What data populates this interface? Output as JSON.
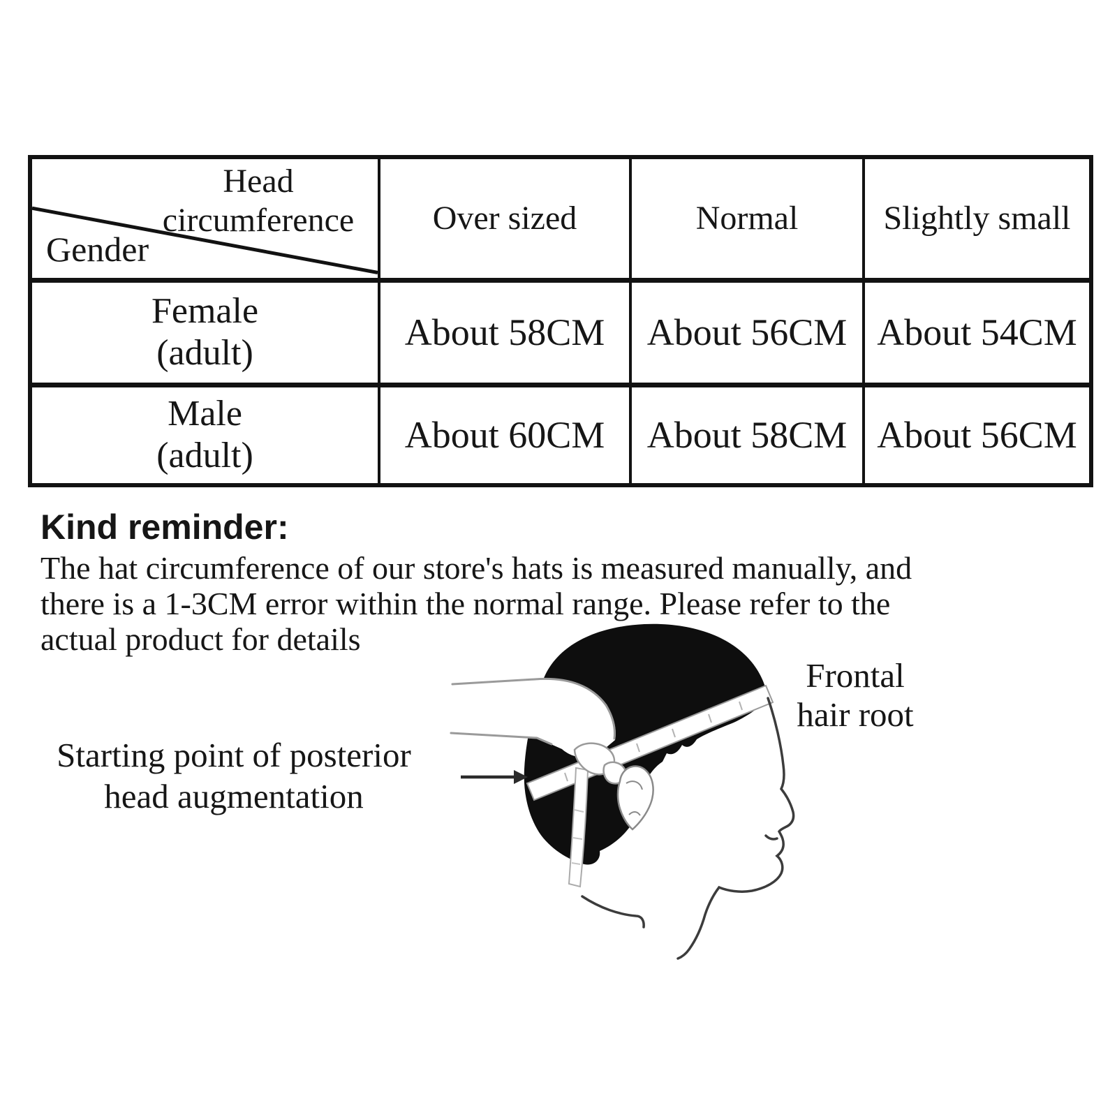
{
  "page": {
    "background_color": "#ffffff",
    "text_color": "#161616",
    "hair_color": "#0e0e0e"
  },
  "size_table": {
    "corner": {
      "top_lines": [
        "Head",
        "circumference"
      ],
      "bottom_label": "Gender"
    },
    "col_headers": [
      "Over sized",
      "Normal",
      "Slightly small"
    ],
    "rows": [
      {
        "label_lines": [
          "Female",
          "(adult)"
        ],
        "values": [
          "About 58CM",
          "About 56CM",
          "About 54CM"
        ]
      },
      {
        "label_lines": [
          "Male",
          "(adult)"
        ],
        "values": [
          "About 60CM",
          "About 58CM",
          "About 56CM"
        ]
      }
    ]
  },
  "reminder": {
    "heading": "Kind reminder:",
    "lines": [
      "The hat circumference of our store's hats is measured manually, and",
      "there is a 1-3CM error within the normal range. Please refer to the",
      "actual product for details"
    ]
  },
  "measure_diagram": {
    "frontal_label_lines": [
      "Frontal",
      "hair root"
    ],
    "posterior_label_lines": [
      "Starting point of posterior",
      "head augmentation"
    ]
  }
}
